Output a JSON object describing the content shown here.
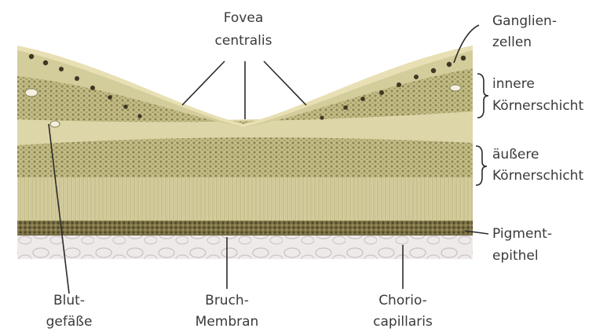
{
  "diagram": {
    "labels": {
      "fovea": [
        "Fovea",
        "centralis"
      ],
      "ganglien": [
        "Ganglien-",
        "zellen"
      ],
      "innere": [
        "innere",
        "Körnerschicht"
      ],
      "aeussere": [
        "äußere",
        "Körnerschicht"
      ],
      "pigment": [
        "Pigment-",
        "epithel"
      ],
      "blut": [
        "Blut-",
        "gefäße"
      ],
      "bruch": [
        "Bruch-",
        "Membran"
      ],
      "chorio": [
        "Chorio-",
        "capillaris"
      ]
    },
    "colors": {
      "nerve_fiber": "#e4dcae",
      "ganglion_layer": "#c9c393",
      "inner_plexiform": "#d8d2a2",
      "outer_nuclear": "#c6bf88",
      "photoreceptors": "#d9d1a2",
      "pigment_band": "#8a7f4f",
      "choroid": "#ece7e6",
      "leader_line": "#2b2b2b"
    }
  }
}
